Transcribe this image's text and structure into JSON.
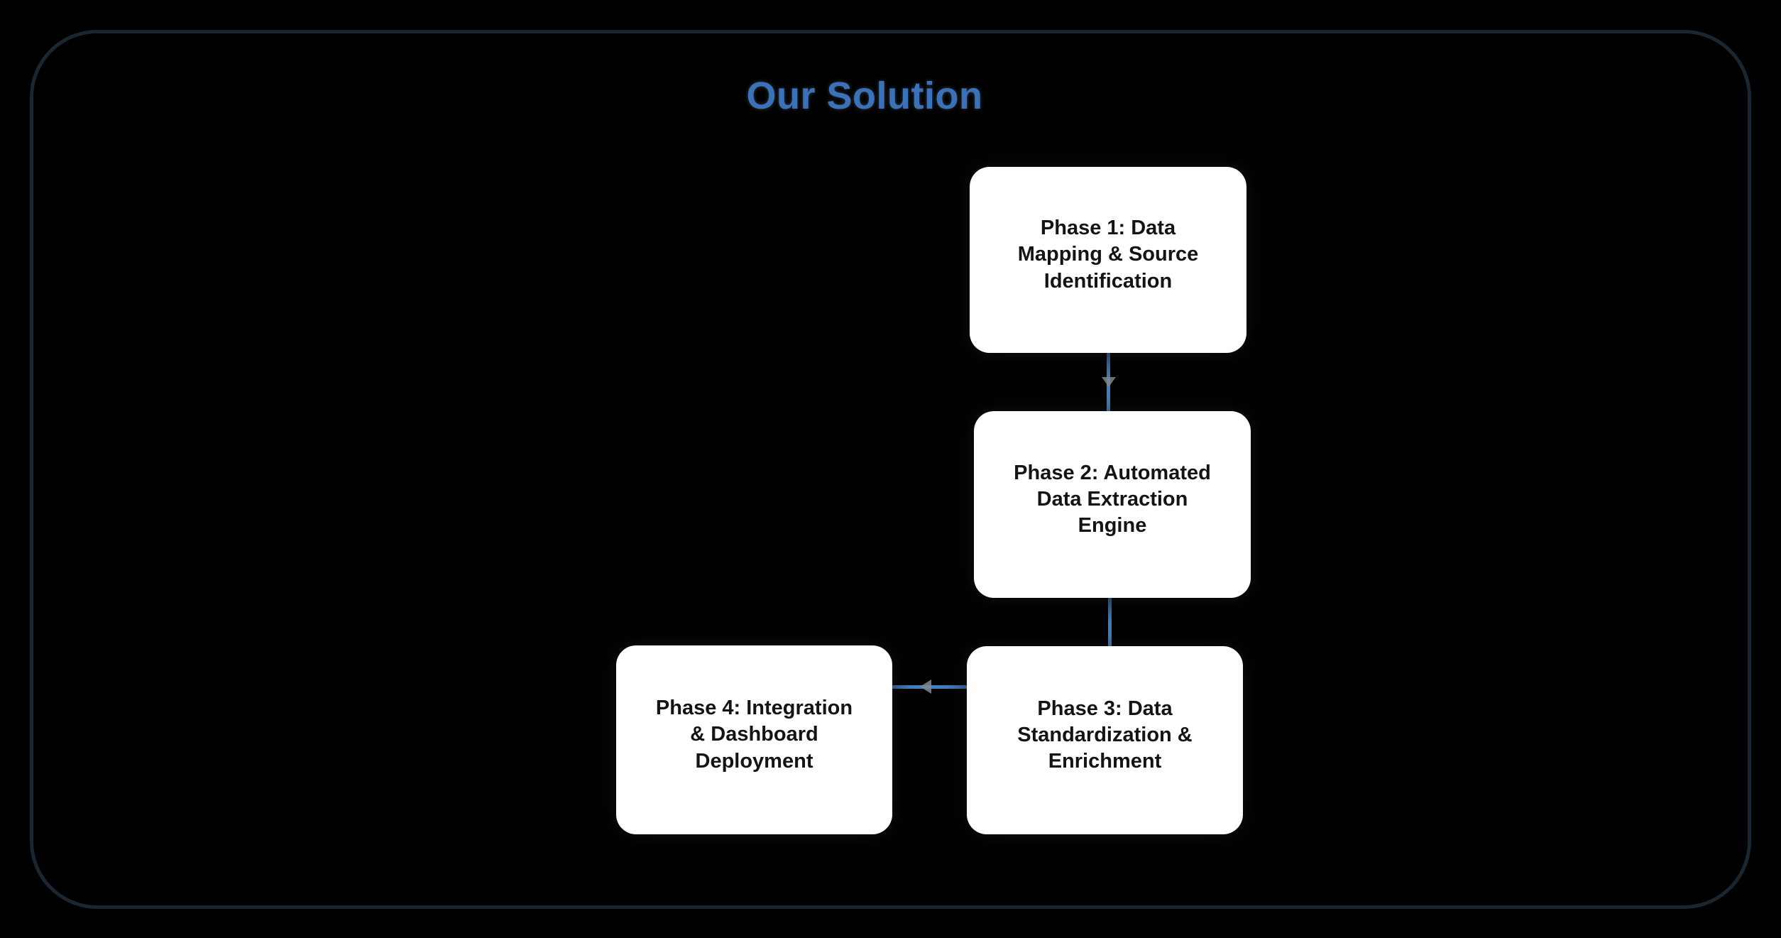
{
  "title": "Our Solution",
  "colors": {
    "background": "#000000",
    "frame_border": "#1a2630",
    "accent_blue": "#3a72b9",
    "connector_blue": "#4080c4",
    "box_bg": "#ffffff",
    "box_text": "#141414",
    "arrow_gray": "#828a8f"
  },
  "diagram": {
    "type": "flowchart",
    "nodes": [
      {
        "id": "phase1",
        "label": "Phase 1: Data\nMapping & Source\nIdentification"
      },
      {
        "id": "phase2",
        "label": "Phase 2: Automated\nData Extraction\nEngine"
      },
      {
        "id": "phase3",
        "label": "Phase 3: Data\nStandardization &\nEnrichment"
      },
      {
        "id": "phase4",
        "label": "Phase 4: Integration\n& Dashboard\nDeployment"
      }
    ],
    "edges": [
      {
        "from": "phase1",
        "to": "phase2",
        "direction": "down"
      },
      {
        "from": "phase2",
        "to": "phase3",
        "direction": "down"
      },
      {
        "from": "phase3",
        "to": "phase4",
        "direction": "left"
      }
    ]
  }
}
